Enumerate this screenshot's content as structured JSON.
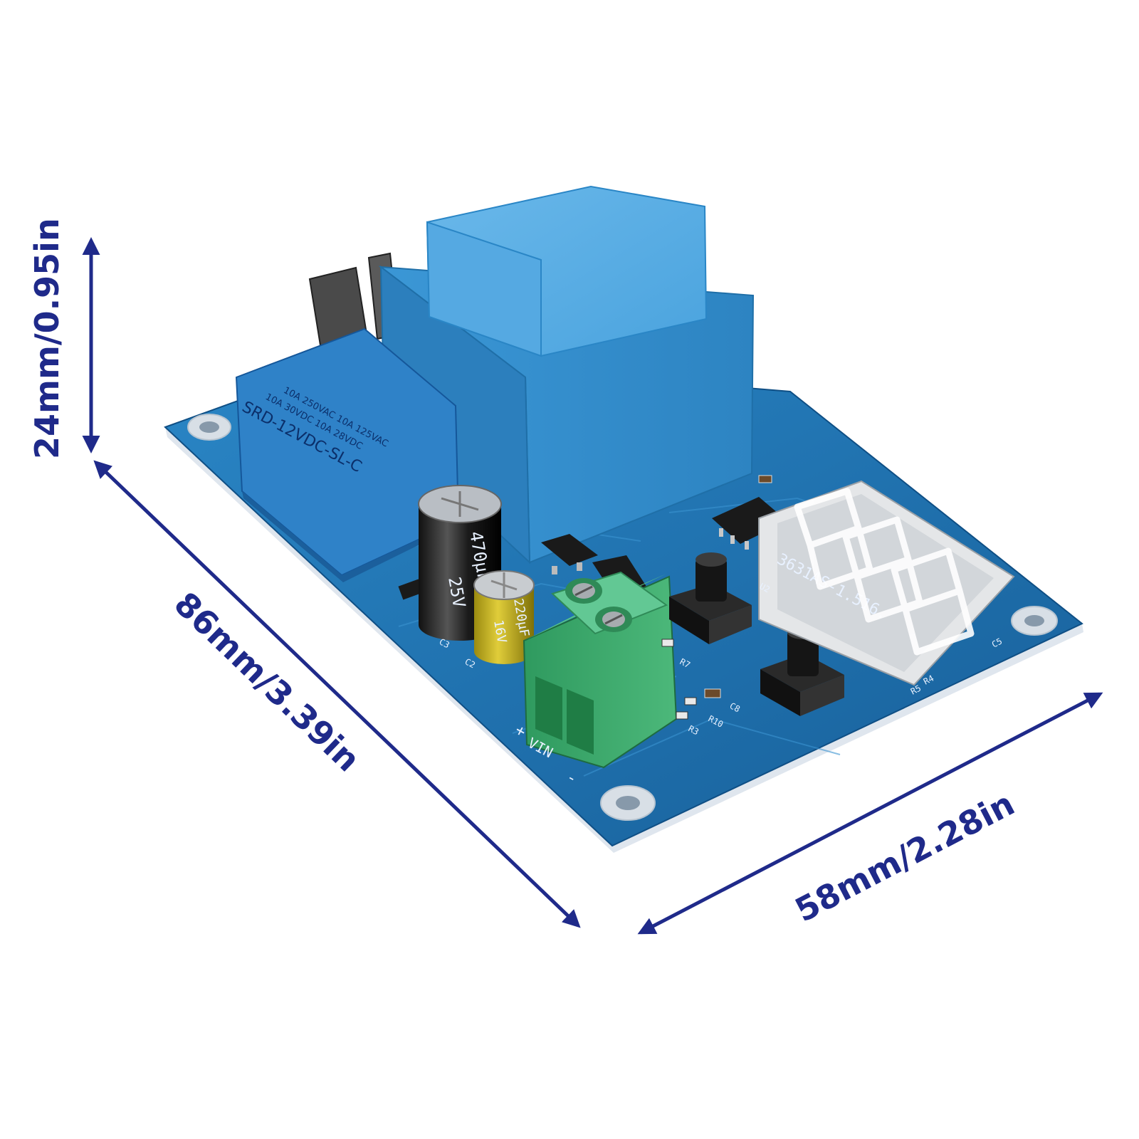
{
  "dimensions": {
    "height": "24mm/0.95in",
    "length": "86mm/3.39in",
    "width": "58mm/2.28in"
  },
  "relay": {
    "model": "SRD-12VDC-SL-C",
    "rating_1": "10A 250VAC  10A 125VAC",
    "rating_2": "10A 30VDC  10A 28VDC"
  },
  "display": {
    "part_number": "3631AS-1.516."
  },
  "capacitors": {
    "large_value": "470µF",
    "large_voltage": "25V",
    "small_value": "220µF",
    "small_voltage": "16V"
  },
  "silkscreen": {
    "vin": "VIN",
    "plus": "+",
    "minus": "-",
    "c2": "C2",
    "c3": "C3",
    "c5": "C5",
    "c8": "C8",
    "r3": "R3",
    "r5": "R5",
    "r4": "R4",
    "r7": "R7",
    "r10": "R10",
    "u2": "U2"
  },
  "colors": {
    "dimension_arrows": "#1f2a8a",
    "pcb": "#1d6fae",
    "transformer": "#3c9ad6",
    "relay": "#2f82c8",
    "terminal_block": "#3fa36a"
  }
}
